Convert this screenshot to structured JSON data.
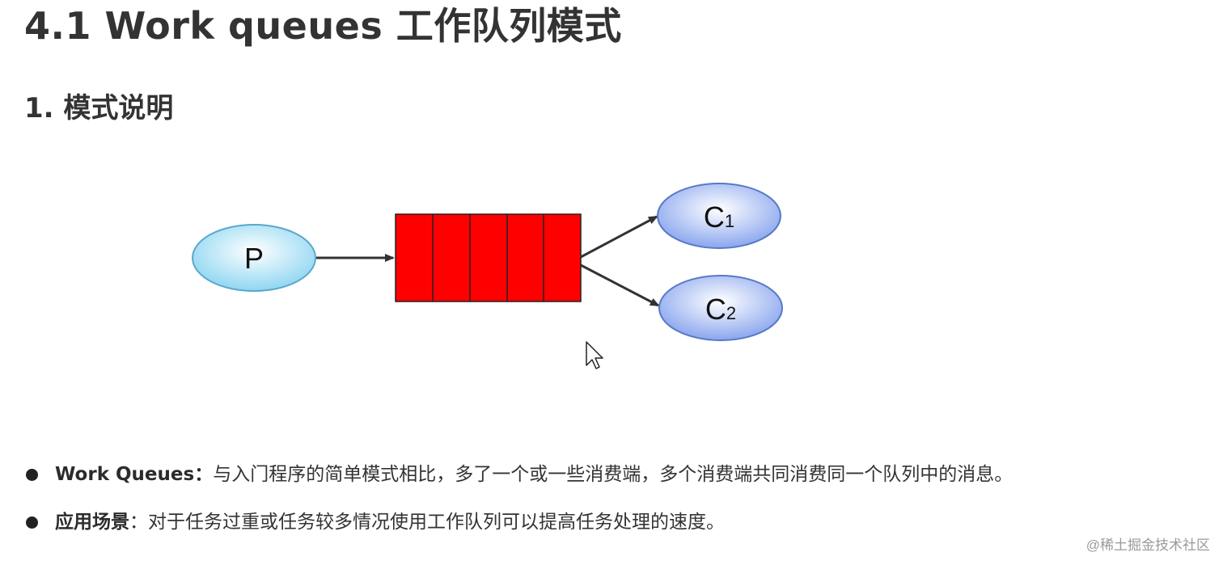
{
  "page": {
    "title": "4.1 Work queues 工作队列模式",
    "section_title": "1. 模式说明"
  },
  "diagram": {
    "producer": {
      "label": "P",
      "color": "#aee3f7"
    },
    "queue": {
      "cell_count": 5,
      "color": "#ff0000"
    },
    "consumers": [
      {
        "letter": "C",
        "index": "1",
        "color": "#a9bff2"
      },
      {
        "letter": "C",
        "index": "2",
        "color": "#a9bff2"
      }
    ]
  },
  "bullets": [
    {
      "term": "Work Queues",
      "separator": "：",
      "text": "与入门程序的简单模式相比，多了一个或一些消费端，多个消费端共同消费同一个队列中的消息。"
    },
    {
      "term": "应用场景",
      "separator": "：",
      "text": "对于任务过重或任务较多情况使用工作队列可以提高任务处理的速度。"
    }
  ],
  "watermark": "@稀土掘金技术社区"
}
